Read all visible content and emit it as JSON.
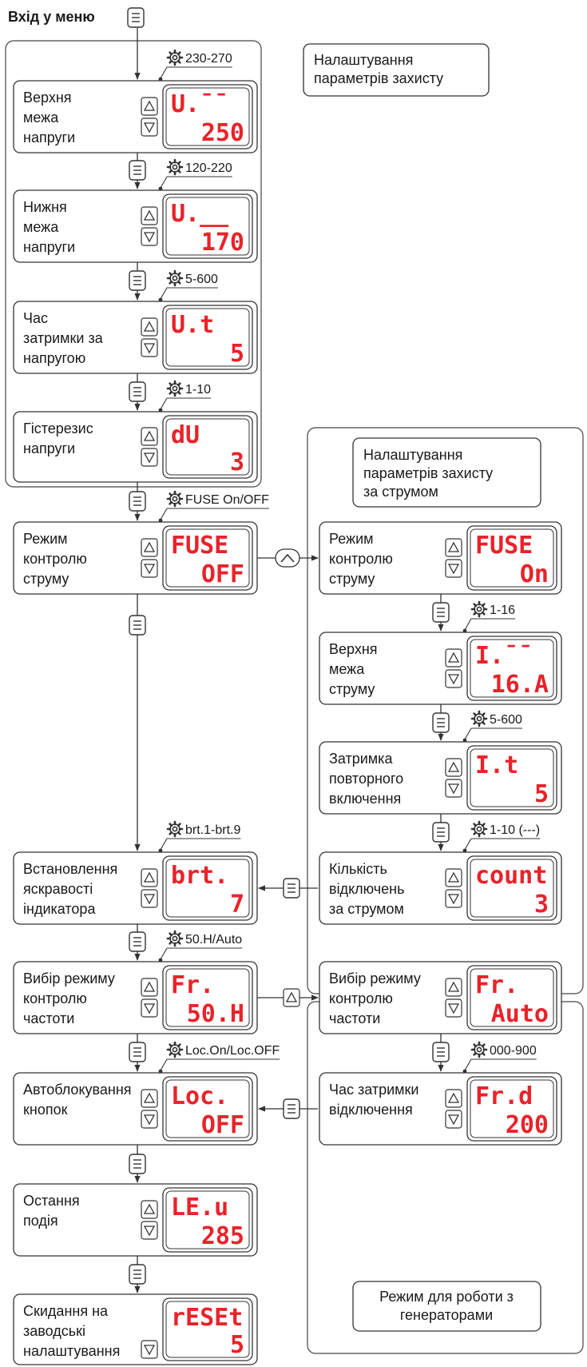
{
  "header": {
    "title": "Вхід у меню"
  },
  "notes": {
    "protection": [
      "Налаштування",
      "параметрів захисту"
    ],
    "current_protection": [
      "Налаштування",
      "параметрів захисту",
      "за струмом"
    ],
    "generator": [
      "Режим для роботи з",
      "генераторами"
    ]
  },
  "icons": {
    "menu": "menu-icon",
    "up": "triangle-up-icon",
    "down": "triangle-down-icon",
    "settings": "gear-icon",
    "fuse_toggle": "chevron-up-icon"
  },
  "colors": {
    "display": "#e8232a",
    "line": "#333333"
  },
  "blocks": [
    {
      "id": "upper-voltage",
      "label": [
        "Верхня",
        "межа",
        "напруги"
      ],
      "display": [
        "U.¯¯",
        "250"
      ],
      "range": "230-270",
      "buttons": [
        "up",
        "down"
      ]
    },
    {
      "id": "lower-voltage",
      "label": [
        "Нижня",
        "межа",
        "напруги"
      ],
      "display": [
        "U.__",
        "170"
      ],
      "range": "120-220",
      "buttons": [
        "up",
        "down"
      ]
    },
    {
      "id": "voltage-delay",
      "label": [
        "Час",
        "затримки за",
        "напругою"
      ],
      "display": [
        "U.t",
        "5"
      ],
      "range": "5-600",
      "buttons": [
        "up",
        "down"
      ]
    },
    {
      "id": "voltage-hysteresis",
      "label": [
        "Гістерезис",
        "напруги"
      ],
      "display": [
        "dU",
        "3"
      ],
      "range": "1-10",
      "buttons": [
        "up",
        "down"
      ]
    },
    {
      "id": "fuse-mode-off",
      "label": [
        "Режим",
        "контролю",
        "струму"
      ],
      "display": [
        "FUSE",
        "OFF"
      ],
      "range": "FUSE On/OFF",
      "buttons": [
        "up",
        "down"
      ]
    },
    {
      "id": "fuse-mode-on",
      "label": [
        "Режим",
        "контролю",
        "струму"
      ],
      "display": [
        "FUSE",
        "On"
      ],
      "range": "",
      "buttons": [
        "up",
        "down"
      ]
    },
    {
      "id": "upper-current",
      "label": [
        "Верхня",
        "межа",
        "струму"
      ],
      "display": [
        "I.¯¯",
        "16.A"
      ],
      "range": "1-16",
      "buttons": [
        "up",
        "down"
      ]
    },
    {
      "id": "reconnect-delay",
      "label": [
        "Затримка",
        "повторного",
        "включення"
      ],
      "display": [
        "I.t",
        "5"
      ],
      "range": "5-600",
      "buttons": [
        "up",
        "down"
      ]
    },
    {
      "id": "trip-count",
      "label": [
        "Кількість",
        "відключень",
        "за струмом"
      ],
      "display": [
        "count",
        "3"
      ],
      "range": "1-10 (---)",
      "buttons": [
        "up",
        "down"
      ]
    },
    {
      "id": "brightness",
      "label": [
        "Встановлення",
        "яскравості",
        "індикатора"
      ],
      "display": [
        "brt.",
        "7"
      ],
      "range": "brt.1-brt.9",
      "buttons": [
        "up",
        "down"
      ]
    },
    {
      "id": "freq-mode-h",
      "label": [
        "Вибір режиму",
        "контролю",
        "частоти"
      ],
      "display": [
        "Fr.",
        "50.H"
      ],
      "range": "50.H/Auto",
      "buttons": [
        "up",
        "down"
      ]
    },
    {
      "id": "freq-mode-auto",
      "label": [
        "Вибір режиму",
        "контролю",
        "частоти"
      ],
      "display": [
        "Fr.",
        "Auto"
      ],
      "range": "",
      "buttons": [
        "up",
        "down"
      ]
    },
    {
      "id": "freq-delay",
      "label": [
        "Час затримки",
        "відключення"
      ],
      "display": [
        "Fr.d",
        "200"
      ],
      "range": "000-900",
      "buttons": [
        "up",
        "down"
      ]
    },
    {
      "id": "autolock",
      "label": [
        "Автоблокування",
        "кнопок"
      ],
      "display": [
        "Loc.",
        "OFF"
      ],
      "range": "Loc.On/Loc.OFF",
      "buttons": [
        "up",
        "down"
      ]
    },
    {
      "id": "last-event",
      "label": [
        "Остання",
        "подія"
      ],
      "display": [
        "LE.u",
        "285"
      ],
      "range": "",
      "buttons": [
        "up",
        "down"
      ]
    },
    {
      "id": "factory-reset",
      "label": [
        "Скидання на",
        "заводські",
        "налаштування"
      ],
      "display": [
        "rESEt",
        "5"
      ],
      "range": "",
      "buttons": [
        "down"
      ]
    }
  ]
}
